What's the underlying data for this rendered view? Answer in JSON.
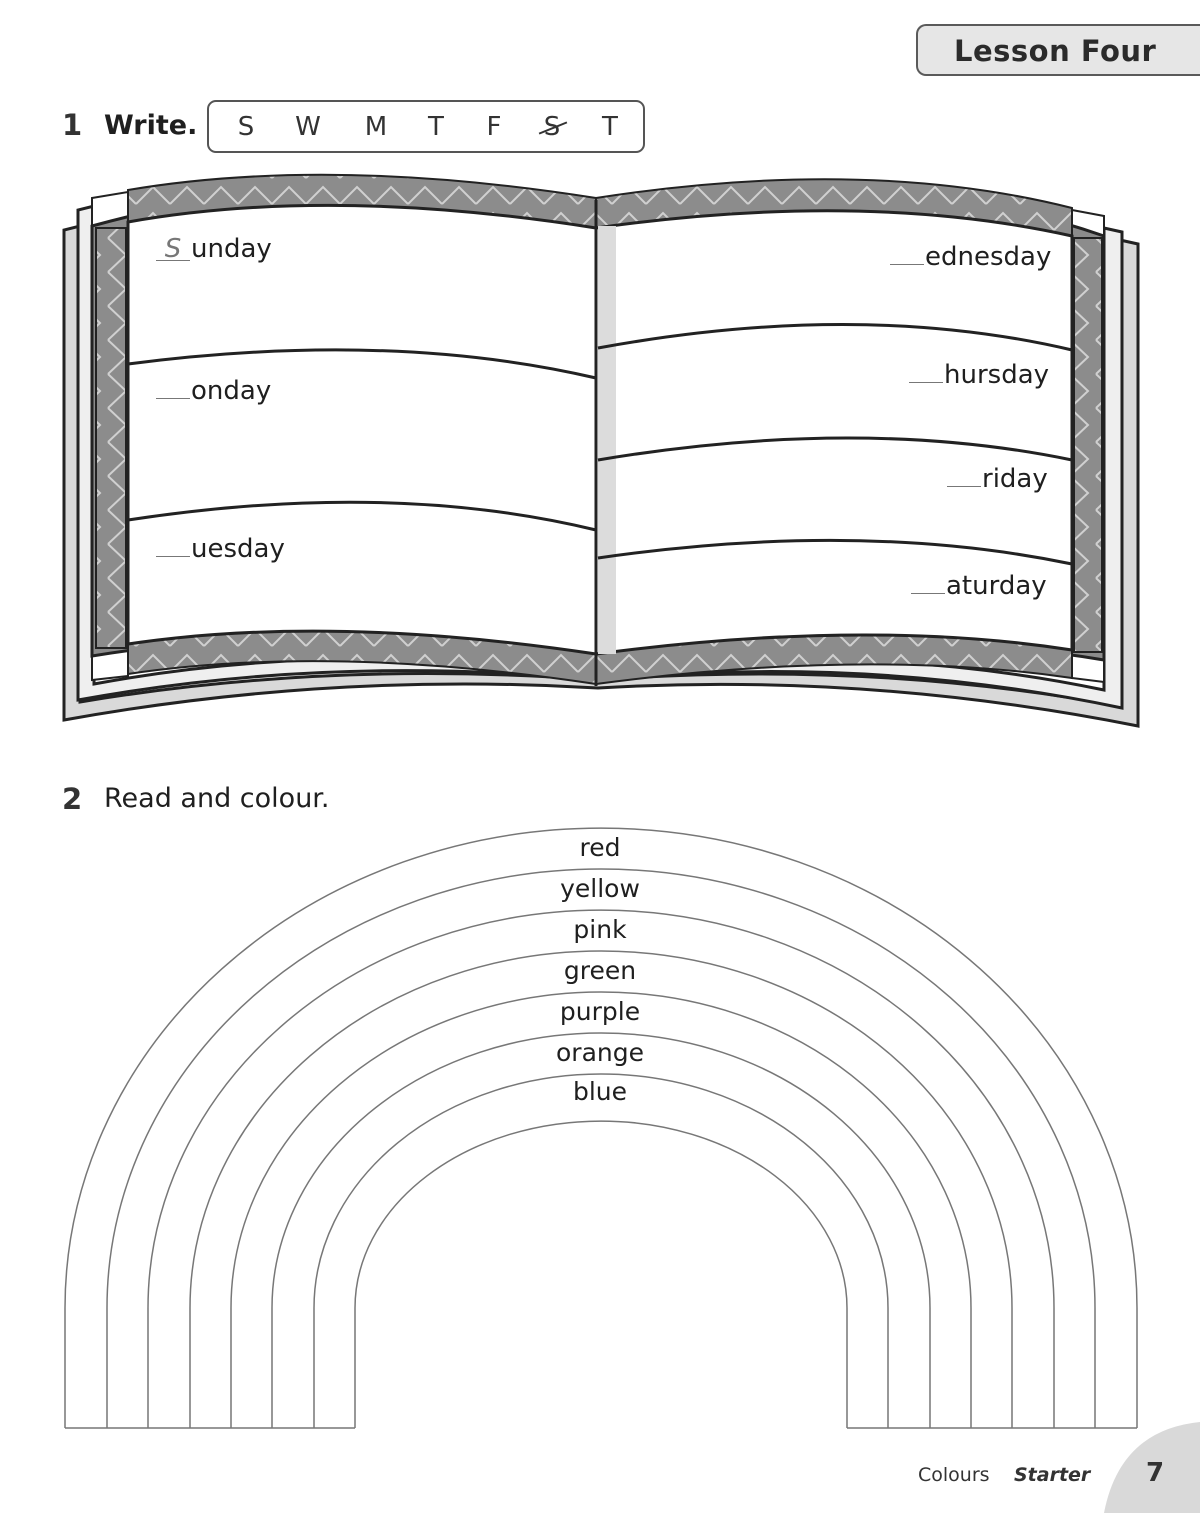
{
  "header": {
    "lesson_title": "Lesson Four"
  },
  "exercise1": {
    "number": "1",
    "title": "Write.",
    "letters": [
      "S",
      "W",
      "M",
      "T",
      "F",
      "S",
      "T"
    ],
    "crossed_letter_index": 5,
    "days_left": [
      {
        "prefix": "S",
        "rest": "unday"
      },
      {
        "prefix": "",
        "rest": "onday"
      },
      {
        "prefix": "",
        "rest": "uesday"
      }
    ],
    "days_right": [
      {
        "prefix": "",
        "rest": "ednesday"
      },
      {
        "prefix": "",
        "rest": "hursday"
      },
      {
        "prefix": "",
        "rest": "riday"
      },
      {
        "prefix": "",
        "rest": "aturday"
      }
    ]
  },
  "exercise2": {
    "number": "2",
    "title": "Read and colour.",
    "colours": [
      "red",
      "yellow",
      "pink",
      "green",
      "purple",
      "orange",
      "blue"
    ]
  },
  "footer": {
    "topic": "Colours",
    "level": "Starter",
    "page": "7"
  },
  "colors": {
    "ink": "#1f1f1f",
    "band_gray": "#8c8c8c",
    "tab_gray": "#e6e6e6"
  }
}
